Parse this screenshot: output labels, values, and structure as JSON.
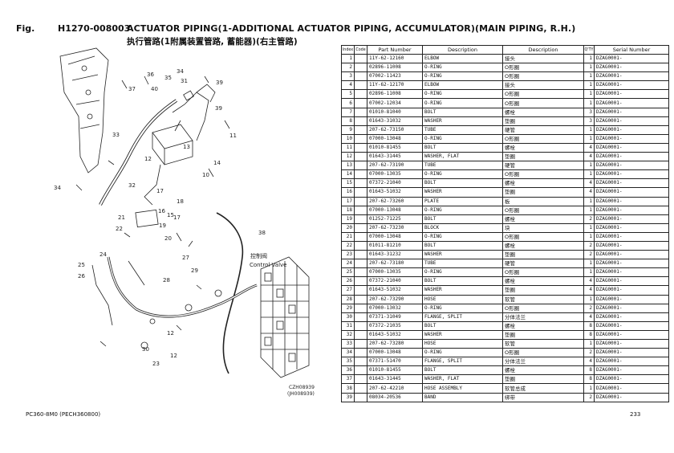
{
  "header": {
    "fig_label": "Fig.",
    "fig_code": "H1270-008003",
    "title": "ACTUATOR PIPING(1-ADDITIONAL ACTUATOR PIPING, ACCUMULATOR)(MAIN PIPING, R.H.)",
    "title_cn": "执行管路(1附属装置管路, 蓄能器)(右主管路)"
  },
  "diagram": {
    "callouts": [
      "36",
      "35",
      "34",
      "37",
      "40",
      "31",
      "33",
      "32",
      "34",
      "39",
      "11",
      "39",
      "12",
      "13",
      "14",
      "10",
      "17",
      "18",
      "16",
      "15",
      "19",
      "17",
      "20",
      "21",
      "22",
      "38",
      "24",
      "25",
      "26",
      "27",
      "28",
      "29",
      "30",
      "23",
      "12",
      "12"
    ],
    "cn_label": "控制阀",
    "control_valve_label": "Control Valve",
    "drawing_id_1": "CZH08939",
    "drawing_id_2": "(JH008939)"
  },
  "table": {
    "headers": {
      "index": "Index",
      "code": "Code",
      "part_number": "Part Number",
      "description": "Description",
      "description_cn": "Description",
      "qty": "Q'TY",
      "serial": "Serial Number"
    },
    "rows": [
      {
        "index": "1",
        "code": "",
        "part_number": "11Y-62-12160",
        "description": "ELBOW",
        "description_cn": "接头",
        "qty": "1",
        "serial": "DZAG0001-"
      },
      {
        "index": "2",
        "code": "",
        "part_number": "02896-11008",
        "description": "O-RING",
        "description_cn": "O形圈",
        "qty": "1",
        "serial": "DZAG0001-"
      },
      {
        "index": "3",
        "code": "",
        "part_number": "07002-11423",
        "description": "O-RING",
        "description_cn": "O形圈",
        "qty": "1",
        "serial": "DZAG0001-"
      },
      {
        "index": "4",
        "code": "",
        "part_number": "11Y-62-12170",
        "description": "ELBOW",
        "description_cn": "接头",
        "qty": "1",
        "serial": "DZAG0001-"
      },
      {
        "index": "5",
        "code": "",
        "part_number": "02896-11008",
        "description": "O-RING",
        "description_cn": "O形圈",
        "qty": "1",
        "serial": "DZAG0001-"
      },
      {
        "index": "6",
        "code": "",
        "part_number": "07002-12034",
        "description": "O-RING",
        "description_cn": "O形圈",
        "qty": "1",
        "serial": "DZAG0001-"
      },
      {
        "index": "7",
        "code": "",
        "part_number": "01010-81040",
        "description": "BOLT",
        "description_cn": "螺栓",
        "qty": "3",
        "serial": "DZAG0001-"
      },
      {
        "index": "8",
        "code": "",
        "part_number": "01643-31032",
        "description": "WASHER",
        "description_cn": "垫圈",
        "qty": "3",
        "serial": "DZAG0001-"
      },
      {
        "index": "9",
        "code": "",
        "part_number": "207-62-73150",
        "description": "TUBE",
        "description_cn": "硬管",
        "qty": "1",
        "serial": "DZAG0001-"
      },
      {
        "index": "10",
        "code": "",
        "part_number": "07000-13048",
        "description": "O-RING",
        "description_cn": "O形圈",
        "qty": "1",
        "serial": "DZAG0001-"
      },
      {
        "index": "11",
        "code": "",
        "part_number": "01010-81455",
        "description": "BOLT",
        "description_cn": "螺栓",
        "qty": "4",
        "serial": "DZAG0001-"
      },
      {
        "index": "12",
        "code": "",
        "part_number": "01643-31445",
        "description": "WASHER, FLAT",
        "description_cn": "垫圈",
        "qty": "4",
        "serial": "DZAG0001-"
      },
      {
        "index": "13",
        "code": "",
        "part_number": "207-62-73190",
        "description": "TUBE",
        "description_cn": "硬管",
        "qty": "1",
        "serial": "DZAG0001-"
      },
      {
        "index": "14",
        "code": "",
        "part_number": "07000-13035",
        "description": "O-RING",
        "description_cn": "O形圈",
        "qty": "1",
        "serial": "DZAG0001-"
      },
      {
        "index": "15",
        "code": "",
        "part_number": "07372-21040",
        "description": "BOLT",
        "description_cn": "螺栓",
        "qty": "4",
        "serial": "DZAG0001-"
      },
      {
        "index": "16",
        "code": "",
        "part_number": "01643-51032",
        "description": "WASHER",
        "description_cn": "垫圈",
        "qty": "4",
        "serial": "DZAG0001-"
      },
      {
        "index": "17",
        "code": "",
        "part_number": "207-62-73260",
        "description": "PLATE",
        "description_cn": "板",
        "qty": "1",
        "serial": "DZAG0001-"
      },
      {
        "index": "18",
        "code": "",
        "part_number": "07000-13048",
        "description": "O-RING",
        "description_cn": "O形圈",
        "qty": "1",
        "serial": "DZAG0001-"
      },
      {
        "index": "19",
        "code": "",
        "part_number": "01252-71225",
        "description": "BOLT",
        "description_cn": "螺栓",
        "qty": "2",
        "serial": "DZAG0001-"
      },
      {
        "index": "20",
        "code": "",
        "part_number": "207-62-73230",
        "description": "BLOCK",
        "description_cn": "块",
        "qty": "1",
        "serial": "DZAG0001-"
      },
      {
        "index": "21",
        "code": "",
        "part_number": "07000-13048",
        "description": "O-RING",
        "description_cn": "O形圈",
        "qty": "1",
        "serial": "DZAG0001-"
      },
      {
        "index": "22",
        "code": "",
        "part_number": "01011-81210",
        "description": "BOLT",
        "description_cn": "螺栓",
        "qty": "2",
        "serial": "DZAG0001-"
      },
      {
        "index": "23",
        "code": "",
        "part_number": "01643-31232",
        "description": "WASHER",
        "description_cn": "垫圈",
        "qty": "2",
        "serial": "DZAG0001-"
      },
      {
        "index": "24",
        "code": "",
        "part_number": "207-62-73180",
        "description": "TUBE",
        "description_cn": "硬管",
        "qty": "1",
        "serial": "DZAG0001-"
      },
      {
        "index": "25",
        "code": "",
        "part_number": "07000-13035",
        "description": "O-RING",
        "description_cn": "O形圈",
        "qty": "1",
        "serial": "DZAG0001-"
      },
      {
        "index": "26",
        "code": "",
        "part_number": "07372-21040",
        "description": "BOLT",
        "description_cn": "螺栓",
        "qty": "4",
        "serial": "DZAG0001-"
      },
      {
        "index": "27",
        "code": "",
        "part_number": "01643-51032",
        "description": "WASHER",
        "description_cn": "垫圈",
        "qty": "4",
        "serial": "DZAG0001-"
      },
      {
        "index": "28",
        "code": "",
        "part_number": "207-62-73290",
        "description": "HOSE",
        "description_cn": "软管",
        "qty": "1",
        "serial": "DZAG0001-"
      },
      {
        "index": "29",
        "code": "",
        "part_number": "07000-13032",
        "description": "O-RING",
        "description_cn": "O形圈",
        "qty": "2",
        "serial": "DZAG0001-"
      },
      {
        "index": "30",
        "code": "",
        "part_number": "07371-31049",
        "description": "FLANGE, SPLIT",
        "description_cn": "分体法兰",
        "qty": "4",
        "serial": "DZAG0001-"
      },
      {
        "index": "31",
        "code": "",
        "part_number": "07372-21035",
        "description": "BOLT",
        "description_cn": "螺栓",
        "qty": "8",
        "serial": "DZAG0001-"
      },
      {
        "index": "32",
        "code": "",
        "part_number": "01643-51032",
        "description": "WASHER",
        "description_cn": "垫圈",
        "qty": "8",
        "serial": "DZAG0001-"
      },
      {
        "index": "33",
        "code": "",
        "part_number": "207-62-73280",
        "description": "HOSE",
        "description_cn": "软管",
        "qty": "1",
        "serial": "DZAG0001-"
      },
      {
        "index": "34",
        "code": "",
        "part_number": "07000-13048",
        "description": "O-RING",
        "description_cn": "O形圈",
        "qty": "2",
        "serial": "DZAG0001-"
      },
      {
        "index": "35",
        "code": "",
        "part_number": "07371-51470",
        "description": "FLANGE, SPLIT",
        "description_cn": "分体法兰",
        "qty": "4",
        "serial": "DZAG0001-"
      },
      {
        "index": "36",
        "code": "",
        "part_number": "01010-81455",
        "description": "BOLT",
        "description_cn": "螺栓",
        "qty": "8",
        "serial": "DZAG0001-"
      },
      {
        "index": "37",
        "code": "",
        "part_number": "01643-31445",
        "description": "WASHER, FLAT",
        "description_cn": "垫圈",
        "qty": "8",
        "serial": "DZAG0001-"
      },
      {
        "index": "38",
        "code": "",
        "part_number": "207-62-42210",
        "description": "HOSE ASSEMBLY",
        "description_cn": "软管总成",
        "qty": "1",
        "serial": "DZAG0001-"
      },
      {
        "index": "39",
        "code": "",
        "part_number": "08034-20536",
        "description": "BAND",
        "description_cn": "绑带",
        "qty": "2",
        "serial": "DZAG0001-"
      }
    ]
  },
  "footer": {
    "model": "PC360-8M0 (PECH360800)",
    "page": "233"
  }
}
